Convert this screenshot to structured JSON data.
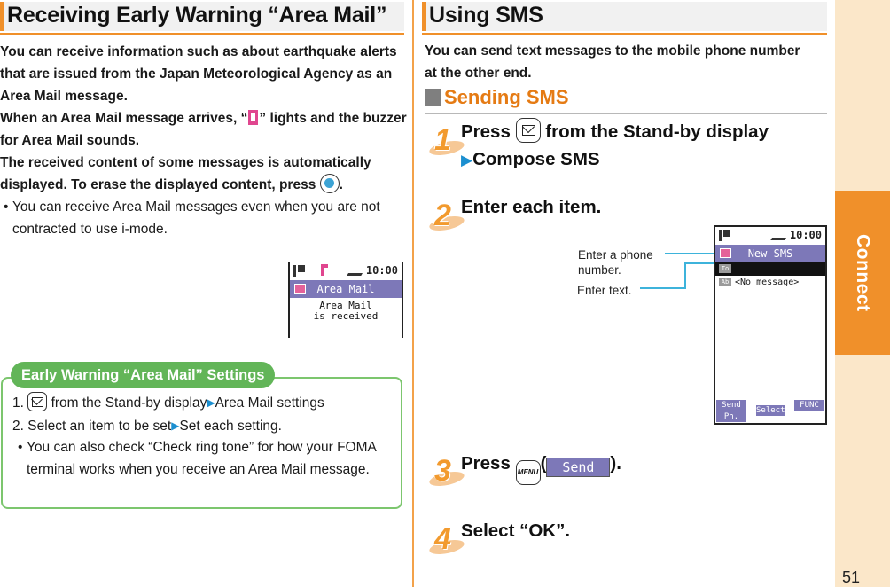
{
  "left_section": {
    "title": "Receiving Early Warning “Area Mail”",
    "intro_1": "You can receive information such as about earthquake alerts that are issued from the Japan Meteorological Agency as an Area Mail message.",
    "intro_2a": "When an Area Mail message arrives, “",
    "intro_2b": "” lights and the buzzer for Area Mail sounds.",
    "intro_3a": "The received content of some messages is automatically displayed. To erase the displayed content, press ",
    "intro_3b": ".",
    "bullet": "You can receive Area Mail messages even when you are not contracted to use i-mode."
  },
  "area_mail_screen": {
    "clock": "10:00",
    "title": "Area Mail",
    "body_line1": "Area Mail",
    "body_line2": "is received"
  },
  "settings_box": {
    "title": "Early Warning “Area Mail” Settings",
    "step1_num": "1.",
    "step1_a": "from the Stand-by display",
    "step1_b": "Area Mail settings",
    "step2_num": "2.",
    "step2_a": "Select an item to be set",
    "step2_b": "Set each setting.",
    "note": "You can also check “Check ring tone” for how your FOMA terminal works when you receive an Area Mail message."
  },
  "right_section": {
    "title": "Using SMS",
    "intro": "You can send text messages to the mobile phone number at the other end.",
    "subheading": "Sending SMS"
  },
  "steps": [
    {
      "number": "1",
      "text_a": "Press ",
      "text_b": " from the Stand-by display",
      "text_c": "Compose SMS"
    },
    {
      "number": "2",
      "text": "Enter each item."
    },
    {
      "number": "3",
      "text_a": "Press ",
      "text_b": "(",
      "text_c": ")."
    },
    {
      "number": "4",
      "text": "Select “OK”."
    }
  ],
  "soft_key_send": "Send",
  "menu_key": "MENU",
  "sms_screen": {
    "clock": "10:00",
    "title": "New SMS",
    "to_tag": "To",
    "msg_tag": "Ab",
    "message": "<No message>",
    "softkeys": {
      "send": "Send",
      "func": "FUNC",
      "ph_book": "Ph. book",
      "select": "Select"
    }
  },
  "callouts": {
    "phone_number": "Enter a phone number.",
    "text": "Enter text."
  },
  "side_tab": "Connect",
  "page_number": "51",
  "colors": {
    "accent_orange": "#f0902a",
    "settings_green": "#62b558",
    "link_blue": "#1c8fd0",
    "screen_purple": "#7d78b8"
  }
}
